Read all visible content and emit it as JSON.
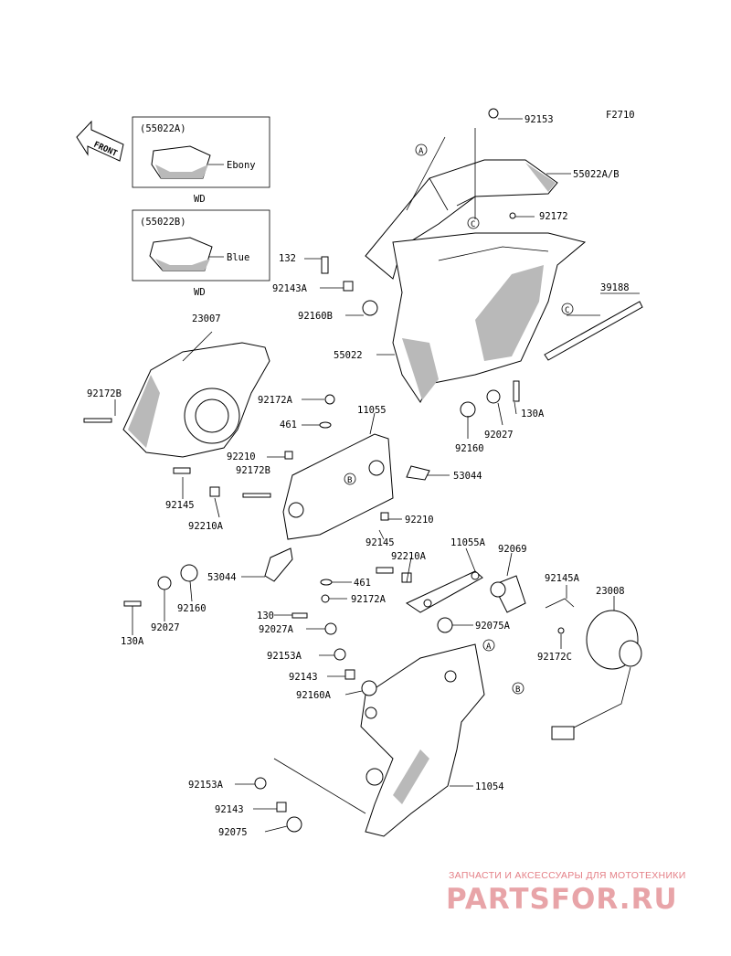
{
  "figure_code": "F2710",
  "front_label": "FRONT",
  "variant_a": {
    "code": "(55022A)",
    "color": "Ebony",
    "region": "WD"
  },
  "variant_b": {
    "code": "(55022B)",
    "color": "Blue",
    "region": "WD"
  },
  "ref_letters": [
    "A",
    "B",
    "C"
  ],
  "part_labels": {
    "p92153_top": "92153",
    "p55022AB": "55022A/B",
    "p92172_top": "92172",
    "p132": "132",
    "p92143A": "92143A",
    "p92160B": "92160B",
    "p39188": "39188",
    "p55022": "55022",
    "p23007": "23007",
    "p92172B_left": "92172B",
    "p92172A_top": "92172A",
    "p11055": "11055",
    "p130A_right": "130A",
    "p461_top": "461",
    "p92160_right": "92160",
    "p92027_right": "92027",
    "p92210_left": "92210",
    "p92172B_mid": "92172B",
    "p53044_right": "53044",
    "p92145_left": "92145",
    "p92210A_left": "92210A",
    "p92210_right": "92210",
    "p92145_mid": "92145",
    "p11055A": "11055A",
    "p92210A_mid": "92210A",
    "p92069": "92069",
    "p53044_left": "53044",
    "p461_mid": "461",
    "p92145A": "92145A",
    "p23008": "23008",
    "p92172A_mid": "92172A",
    "p92160_left": "92160",
    "p130": "130",
    "p92027_left": "92027",
    "p130A_left": "130A",
    "p92027A": "92027A",
    "p92075A": "92075A",
    "p92172C": "92172C",
    "p92153A_1": "92153A",
    "p92143_1": "92143",
    "p92160A": "92160A",
    "p11054": "11054",
    "p92153A_2": "92153A",
    "p92143_2": "92143",
    "p92075": "92075"
  },
  "watermark": {
    "tagline": "ЗАПЧАСТИ И АКСЕССУАРЫ ДЛЯ МОТОТЕХНИКИ",
    "brand": "PARTSFOR.RU"
  },
  "colors": {
    "line": "#000000",
    "shade": "#b9b9b9",
    "watermark": "#e8a4a8"
  }
}
